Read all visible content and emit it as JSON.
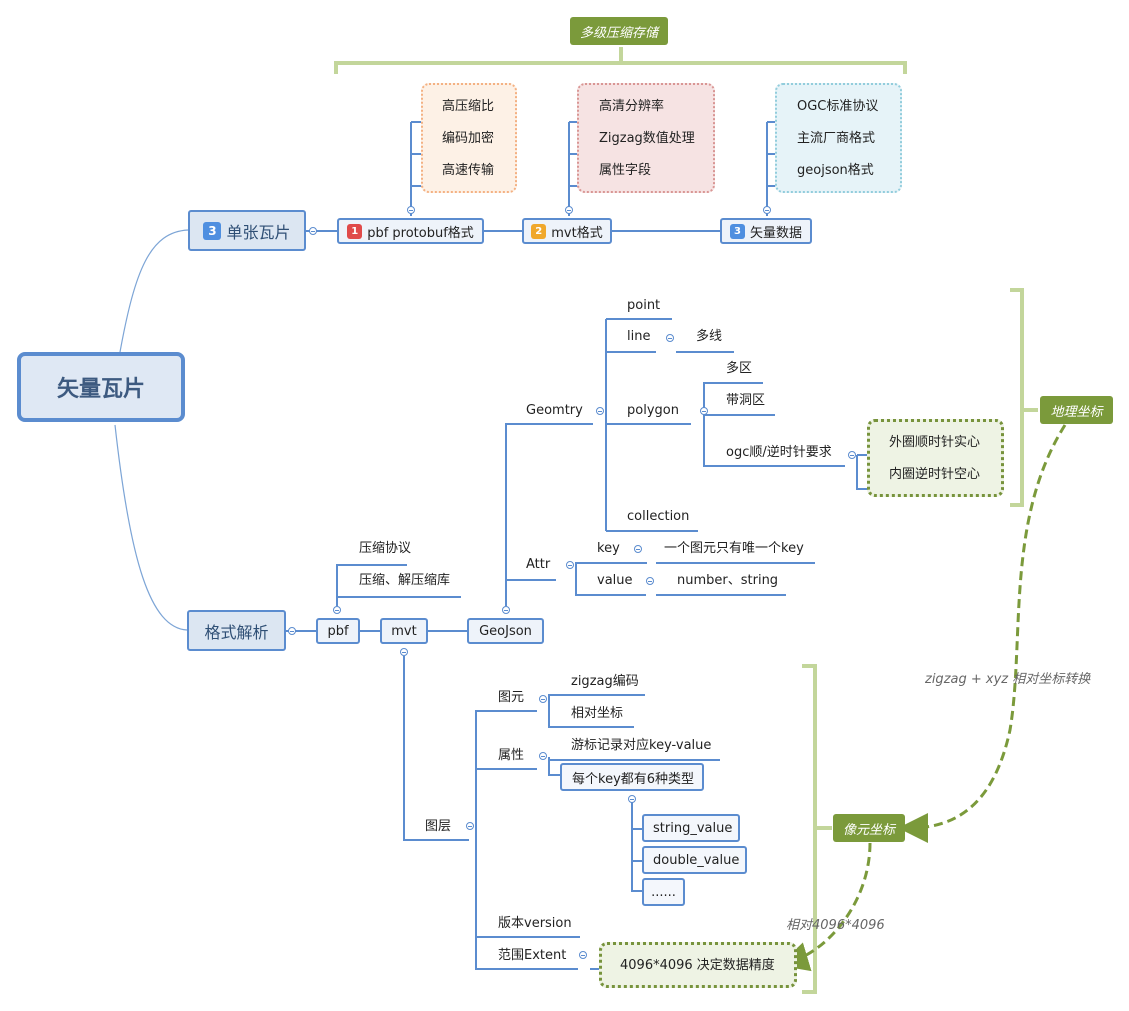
{
  "root": "矢量瓦片",
  "top_group": "多级压缩存储",
  "single_tile": {
    "count": "3",
    "label": "单张瓦片"
  },
  "formats": [
    {
      "badge": "1",
      "label": "pbf protobuf格式",
      "children": [
        "高压缩比",
        "编码加密",
        "高速传输"
      ]
    },
    {
      "badge": "2",
      "label": "mvt格式",
      "children": [
        "高清分辨率",
        "Zigzag数值处理",
        "属性字段"
      ]
    },
    {
      "badge": "3",
      "label": "矢量数据",
      "children": [
        "OGC标准协议",
        "主流厂商格式",
        "geojson格式"
      ]
    }
  ],
  "parse": {
    "label": "格式解析",
    "pbf": "pbf",
    "mvt": "mvt",
    "geojson": "GeoJson",
    "pbf_children": [
      "压缩协议",
      "压缩、解压缩库"
    ]
  },
  "geometry": {
    "label": "Geomtry",
    "point": "point",
    "line": "line",
    "line_child": "多线",
    "polygon": "polygon",
    "polygon_children": [
      "多区",
      "带洞区"
    ],
    "ogc": "ogc顺/逆时针要求",
    "ogc_children": [
      "外圈顺时针实心",
      "内圈逆时针空心"
    ],
    "collection": "collection"
  },
  "attr": {
    "label": "Attr",
    "key": "key",
    "key_child": "一个图元只有唯一个key",
    "value": "value",
    "value_child": "number、string"
  },
  "layer": {
    "label": "图层",
    "primitive": "图元",
    "primitive_children": [
      "zigzag编码",
      "相对坐标"
    ],
    "property": "属性",
    "cursor": "游标记录对应key-value",
    "types": "每个key都有6种类型",
    "type_items": [
      "string_value",
      "double_value",
      "......"
    ],
    "version": "版本version",
    "extent": "范围Extent",
    "extent_child": "4096*4096 决定数据精度"
  },
  "geo_coord": "地理坐标",
  "pixel_coord": "像元坐标",
  "note_transform": "zigzag + xyz 相对坐标转换",
  "note_relative": "相对4096*4096"
}
